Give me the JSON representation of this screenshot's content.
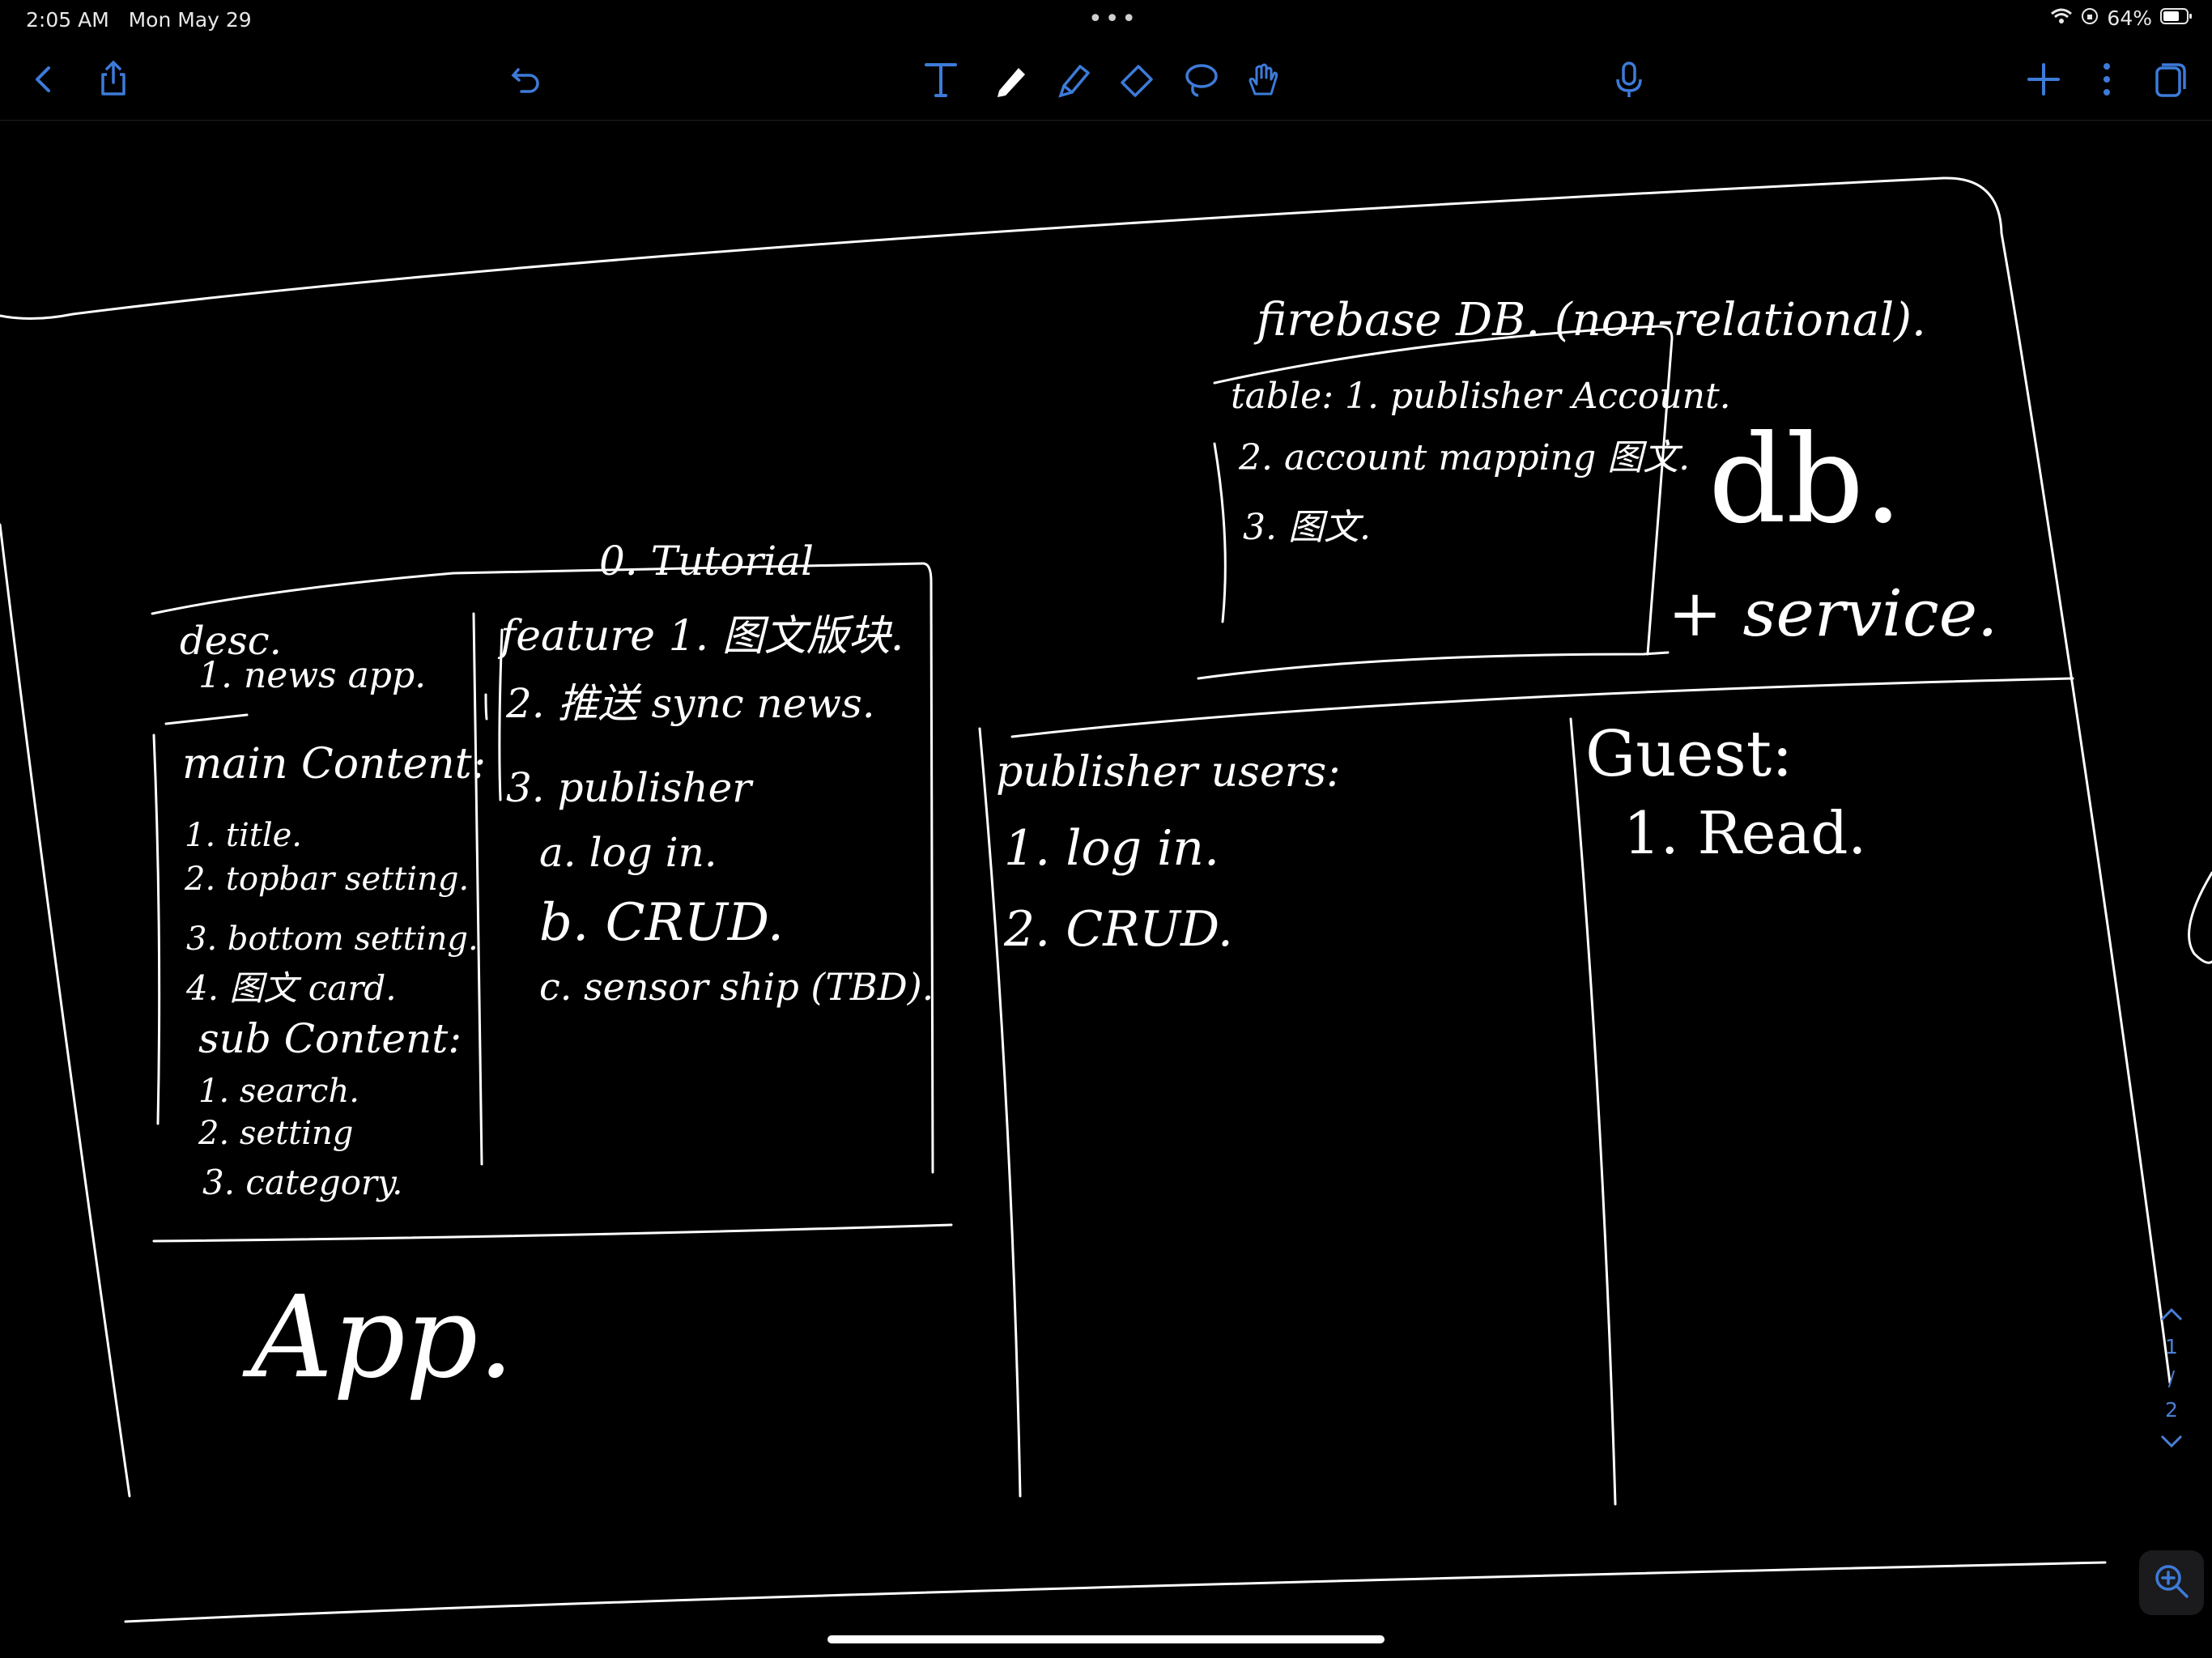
{
  "status": {
    "time": "2:05 AM",
    "date": "Mon May 29",
    "battery": "64%"
  },
  "toolbar": {
    "colors": {
      "icon": "#3d7bd9"
    },
    "left": [
      "back-icon",
      "share-icon",
      "undo-icon"
    ],
    "center": [
      "text-tool-icon",
      "pen-tool-icon",
      "highlighter-tool-icon",
      "eraser-tool-icon",
      "lasso-tool-icon",
      "hand-tool-icon"
    ],
    "right": [
      "microphone-icon",
      "add-icon",
      "more-icon",
      "pages-icon"
    ]
  },
  "notes": {
    "firebase": "firebase DB. (non-relational).",
    "table": [
      "table: 1. publisher Account.",
      "2. account mapping 图文.",
      "3. 图文."
    ],
    "db": "db.",
    "service": "+ service.",
    "tutorial": "0. Tutorial",
    "desc": "desc.",
    "desc_1": "1. news app.",
    "main_content": "main Content:",
    "main_items": [
      "1. title.",
      "2. topbar setting.",
      "3. bottom setting.",
      "4. 图文 card."
    ],
    "sub_content": "sub Content:",
    "sub_items": [
      "1. search.",
      "2. setting",
      "3. category."
    ],
    "feature_1": "feature 1. 图文版块.",
    "feature_2": "2. 推送 sync news.",
    "feature_3": "3. publisher",
    "feature_3a": "a. log in.",
    "feature_3b": "b. CRUD.",
    "feature_3c": "c. sensor ship (TBD).",
    "app": "App.",
    "publisher_users": "publisher users:",
    "publisher_1": "1. log in.",
    "publisher_2": "2. CRUD.",
    "guest": "Guest:",
    "guest_1": "1. Read."
  },
  "pager": {
    "current": "1",
    "slash": "/",
    "total": "2"
  }
}
